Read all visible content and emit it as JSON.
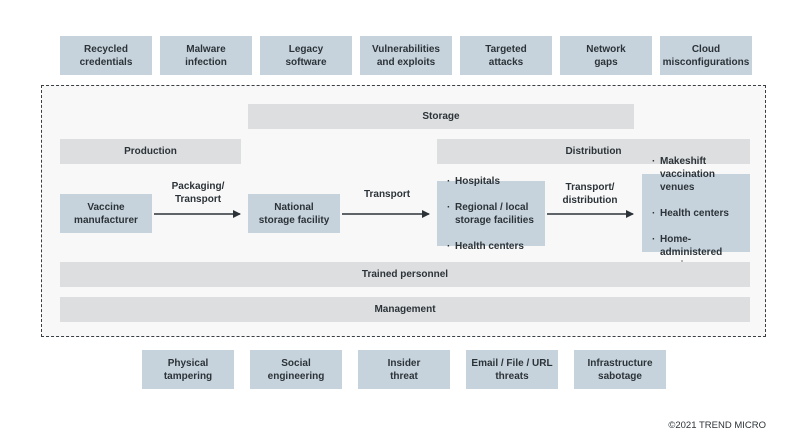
{
  "threats_top": [
    "Recycled\ncredentials",
    "Malware\ninfection",
    "Legacy\nsoftware",
    "Vulnerabilities\nand exploits",
    "Targeted\nattacks",
    "Network\ngaps",
    "Cloud\nmisconfigurations"
  ],
  "stages": {
    "storage": "Storage",
    "production": "Production",
    "distribution": "Distribution"
  },
  "nodes": {
    "vaccine_manufacturer": "Vaccine\nmanufacturer",
    "national_storage": "National\nstorage facility",
    "distribution_points": [
      "Hospitals",
      "Regional / local\nstorage facilities",
      "Health centers"
    ],
    "end_points": [
      "Makeshift\nvaccination venues",
      "Health centers",
      "Home-administered\nservices"
    ]
  },
  "flows": {
    "packaging": "Packaging/\nTransport",
    "transport": "Transport",
    "transport_distribution": "Transport/\ndistribution"
  },
  "bars": {
    "trained_personnel": "Trained personnel",
    "management": "Management"
  },
  "threats_bottom": [
    "Physical\ntampering",
    "Social\nengineering",
    "Insider\nthreat",
    "Email / File / URL\nthreats",
    "Infrastructure\nsabotage"
  ],
  "copyright": "©2021 TREND MICRO"
}
